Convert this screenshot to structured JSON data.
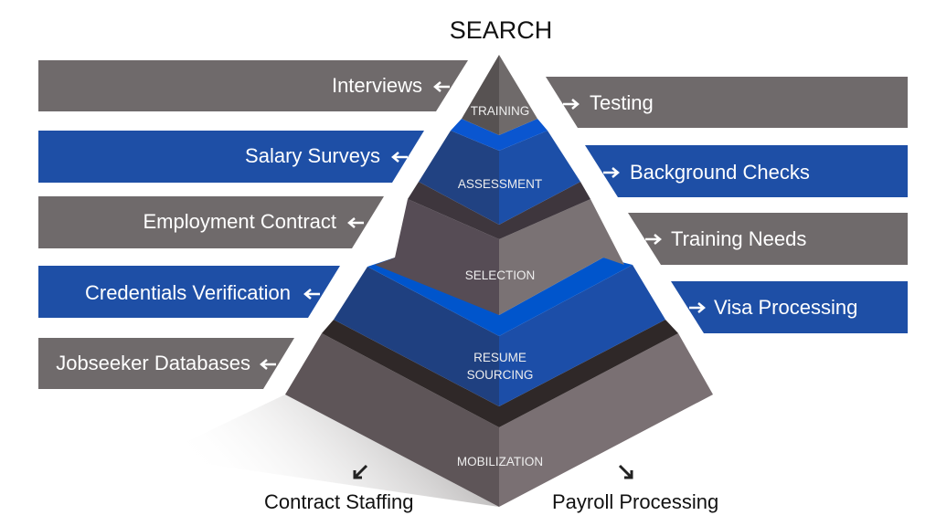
{
  "title": "SEARCH",
  "colors": {
    "gray_banner": "#6f6a6b",
    "blue_banner": "#1e4fa6",
    "accent_blue": "#0a56d0"
  },
  "tiers": [
    "TRAINING",
    "ASSESSMENT",
    "SELECTION",
    "RESUME",
    "SOURCING",
    "MOBILIZATION"
  ],
  "left_items": [
    "Interviews",
    "Salary Surveys",
    "Employment Contract",
    "Credentials Verification",
    "Jobseeker Databases"
  ],
  "right_items": [
    "Testing",
    "Background Checks",
    "Training Needs",
    "Visa Processing"
  ],
  "bottom_items": [
    "Contract Staffing",
    "Payroll Processing"
  ]
}
